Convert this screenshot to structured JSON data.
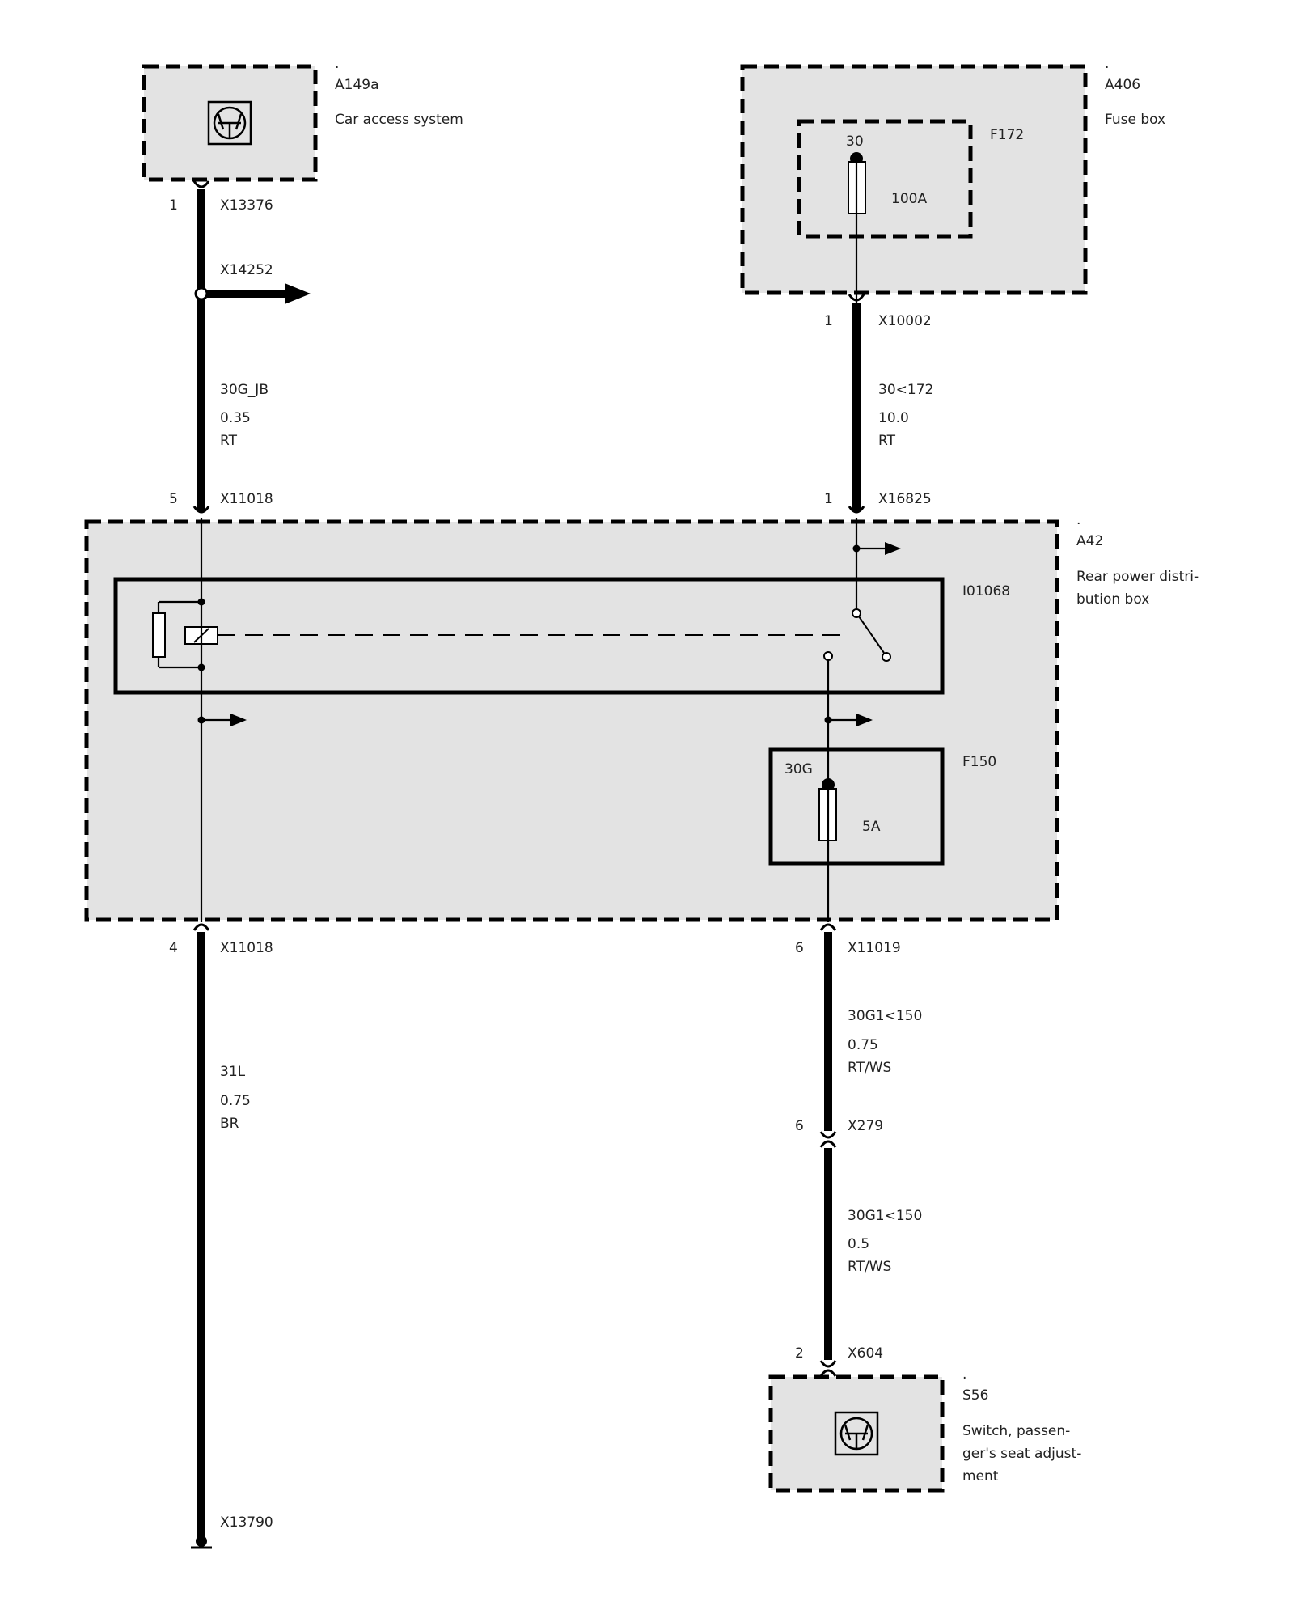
{
  "components": {
    "a149a": {
      "id": "A149a",
      "name": "Car access system"
    },
    "a406": {
      "id": "A406",
      "name": "Fuse box"
    },
    "f172": {
      "id": "F172",
      "terminal": "30",
      "rating": "100A"
    },
    "a42": {
      "id": "A42",
      "name_line1": "Rear power distri-",
      "name_line2": "bution box"
    },
    "i01068": {
      "id": "I01068"
    },
    "f150": {
      "id": "F150",
      "terminal": "30G",
      "rating": "5A"
    },
    "s56": {
      "id": "S56",
      "name_line1": "Switch, passen-",
      "name_line2": "ger's seat adjust-",
      "name_line3": "ment"
    }
  },
  "connectors": {
    "x13376": {
      "pin": "1",
      "id": "X13376"
    },
    "x14252": {
      "id": "X14252"
    },
    "x10002": {
      "pin": "1",
      "id": "X10002"
    },
    "x11018_top": {
      "pin": "5",
      "id": "X11018"
    },
    "x16825": {
      "pin": "1",
      "id": "X16825"
    },
    "x11018_bottom": {
      "pin": "4",
      "id": "X11018"
    },
    "x11019": {
      "pin": "6",
      "id": "X11019"
    },
    "x279": {
      "pin": "6",
      "id": "X279"
    },
    "x604": {
      "pin": "2",
      "id": "X604"
    },
    "x13790": {
      "id": "X13790"
    }
  },
  "wires": {
    "w1": {
      "signal": "30G_JB",
      "size": "0.35",
      "color": "RT"
    },
    "w2": {
      "signal": "30<172",
      "size": "10.0",
      "color": "RT"
    },
    "w3": {
      "signal": "31L",
      "size": "0.75",
      "color": "BR"
    },
    "w4": {
      "signal": "30G1<150",
      "size": "0.75",
      "color": "RT/WS"
    },
    "w5": {
      "signal": "30G1<150",
      "size": "0.5",
      "color": "RT/WS"
    }
  },
  "dot_mark": "."
}
